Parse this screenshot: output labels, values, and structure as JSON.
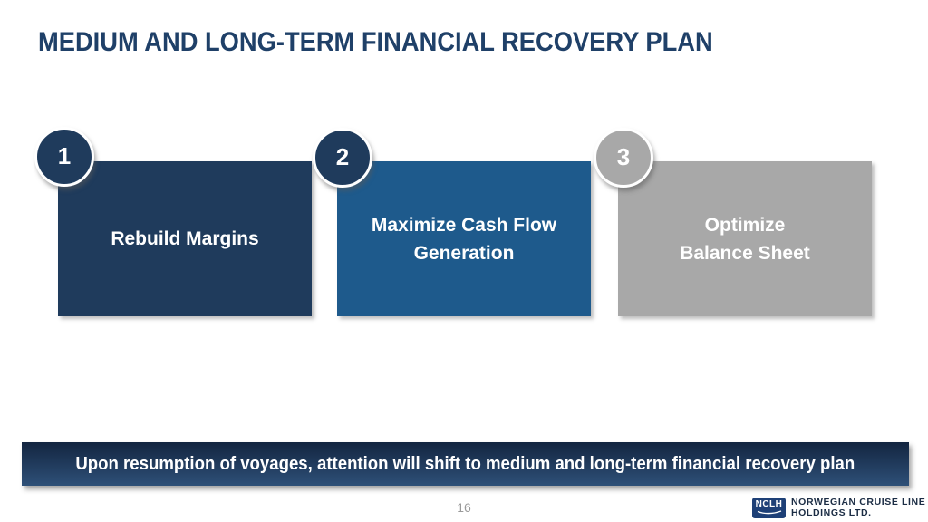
{
  "slide": {
    "title": "MEDIUM AND LONG-TERM FINANCIAL RECOVERY PLAN",
    "title_color": "#1F4068"
  },
  "pillars": [
    {
      "number": "1",
      "lines": [
        "Rebuild Margins"
      ],
      "box_color": "#1F3B5C",
      "circle_color": "#1F3B5C",
      "text_color": "#FFFFFF"
    },
    {
      "number": "2",
      "lines": [
        "Maximize Cash Flow",
        "Generation"
      ],
      "box_color": "#1E5A8C",
      "circle_color": "#1F3B5C",
      "text_color": "#FFFFFF"
    },
    {
      "number": "3",
      "lines": [
        "Optimize",
        "Balance Sheet"
      ],
      "box_color": "#A8A8A8",
      "circle_color": "#A8A8A8",
      "text_color": "#FFFFFF"
    }
  ],
  "banner": {
    "text": "Upon resumption of voyages, attention will shift to medium and long-term financial recovery plan",
    "gradient_top": "#132540",
    "gradient_bottom": "#2E5078",
    "text_color": "#FFFFFF"
  },
  "footer": {
    "page_number": "16",
    "logo_mark": "NCLH",
    "logo_mark_bg": "#1E4077",
    "logo_line1": "NORWEGIAN CRUISE LINE",
    "logo_line2": "HOLDINGS LTD.",
    "logo_text_color": "#1B2C44"
  }
}
